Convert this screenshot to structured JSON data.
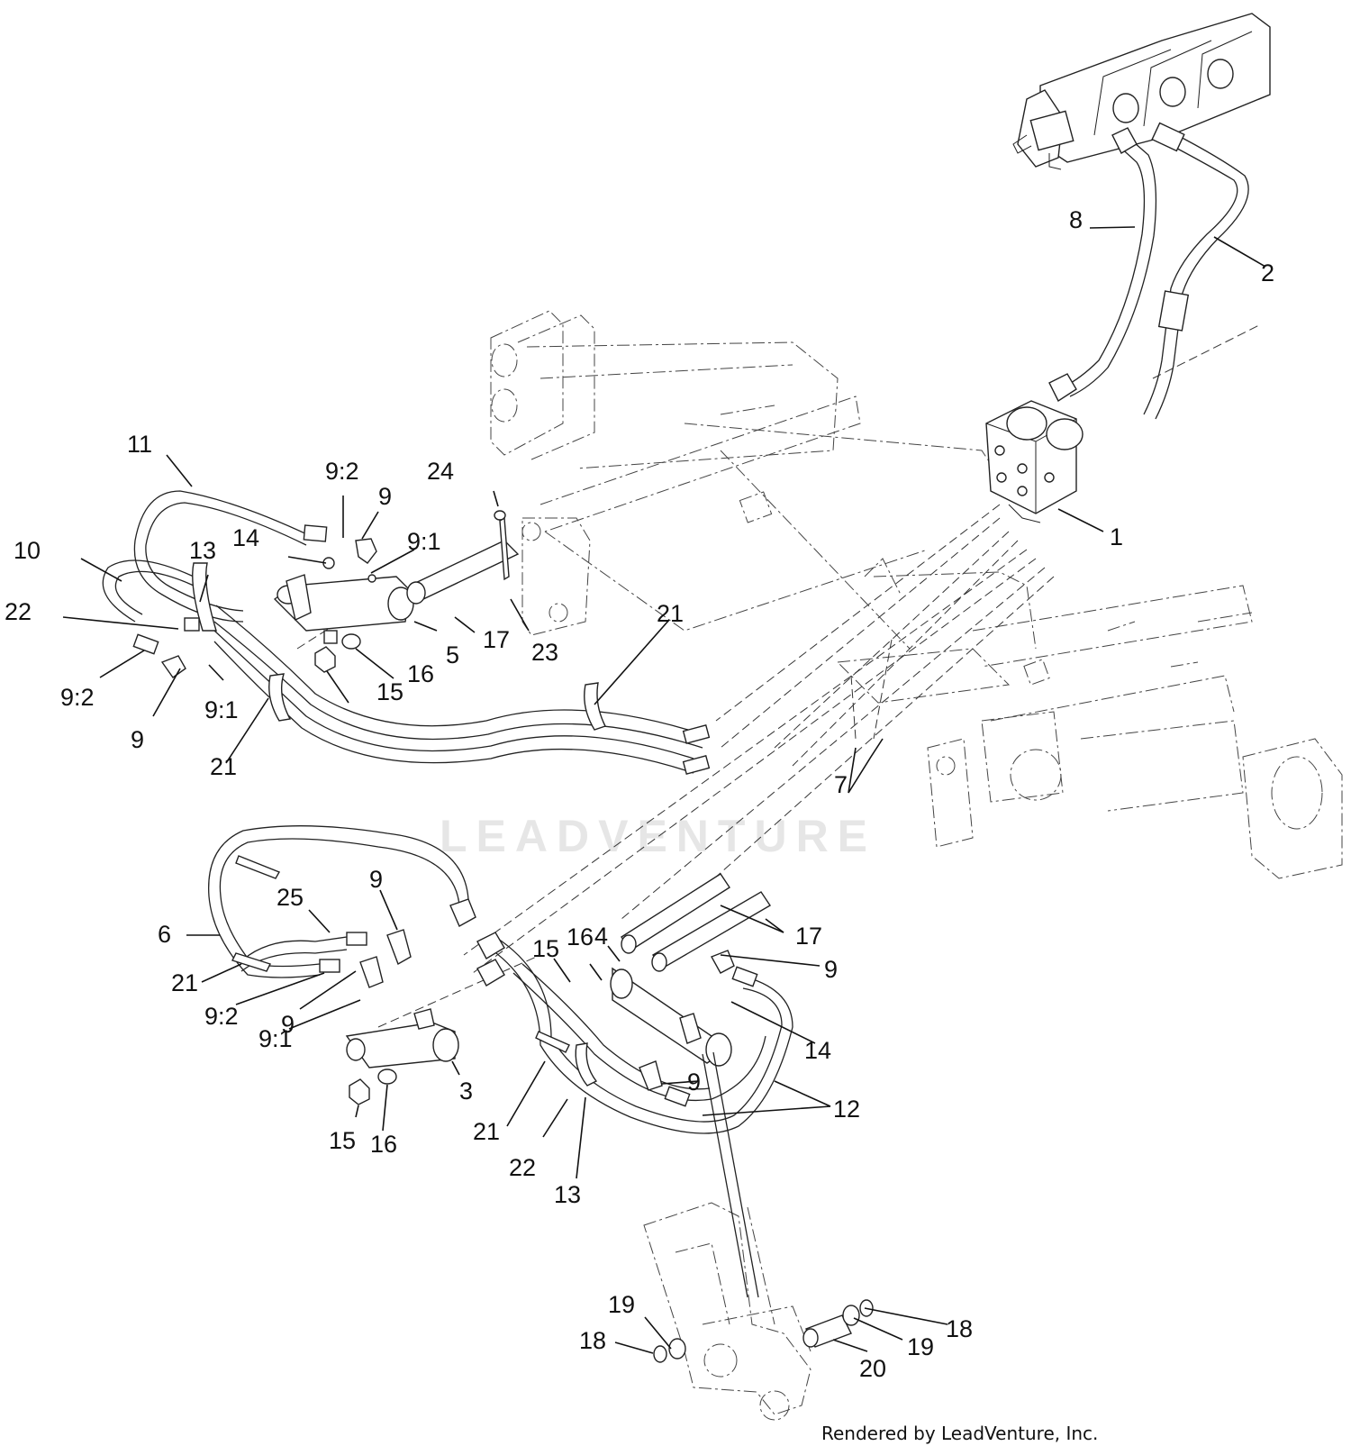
{
  "watermark": "LEADVENTURE",
  "credit": "Rendered by LeadVenture, Inc.",
  "callouts": {
    "c1": "1",
    "c2": "2",
    "c3": "3",
    "c4": "4",
    "c5": "5",
    "c6": "6",
    "c7": "7",
    "c8": "8",
    "c9_top": "9",
    "c9_left": "9",
    "c9_mid_a": "9",
    "c9_mid_b": "9",
    "c9_right": "9",
    "c9_bottom": "9",
    "c9_1_top": "9:1",
    "c9_1_left": "9:1",
    "c9_1_mid": "9:1",
    "c9_2_top": "9:2",
    "c9_2_left": "9:2",
    "c9_2_mid": "9:2",
    "c10": "10",
    "c11": "11",
    "c12": "12",
    "c13_top": "13",
    "c13_bottom": "13",
    "c14_top": "14",
    "c14_bottom": "14",
    "c15_top": "15",
    "c15_mid": "15",
    "c15_bottom": "15",
    "c16_top": "16",
    "c16_mid": "16",
    "c16_bottom": "16",
    "c17_top": "17",
    "c17_bottom": "17",
    "c18_left": "18",
    "c18_right": "18",
    "c19_left": "19",
    "c19_right": "19",
    "c20": "20",
    "c21_top": "21",
    "c21_left": "21",
    "c21_mid": "21",
    "c21_bottom": "21",
    "c22_top": "22",
    "c22_bottom": "22",
    "c23": "23",
    "c24": "24",
    "c25": "25"
  }
}
